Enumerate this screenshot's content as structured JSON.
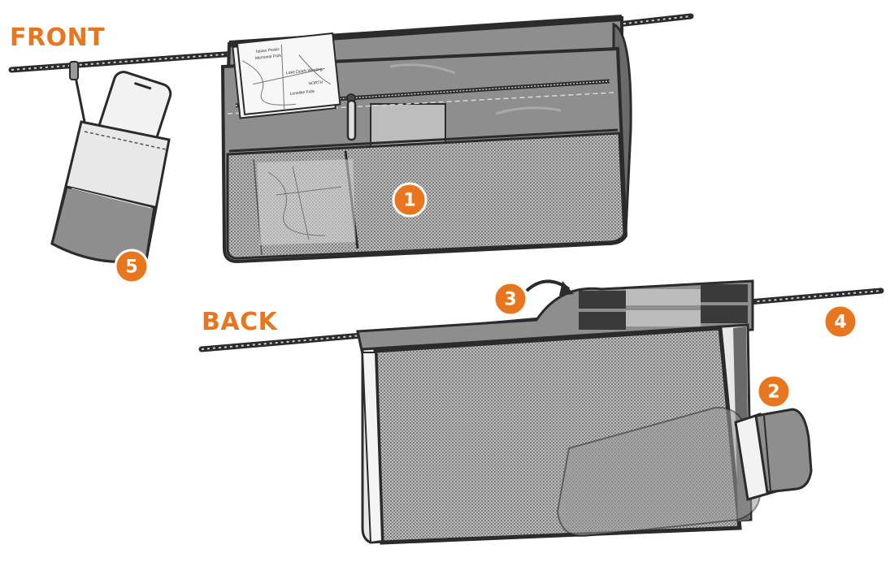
{
  "labels": {
    "front": "FRONT",
    "back": "BACK"
  },
  "badges": [
    {
      "id": "1",
      "text": "1"
    },
    {
      "id": "2",
      "text": "2"
    },
    {
      "id": "3",
      "text": "3"
    },
    {
      "id": "4",
      "text": "4"
    },
    {
      "id": "5",
      "text": "5"
    }
  ],
  "map": {
    "title_line1": "Italian Peaks",
    "title_line2": "Memorial Park",
    "route_label": "Lake Dutch Winding",
    "north_label": "NORTH",
    "falls_label": "Lonelike Falls"
  },
  "colors": {
    "accent": "#e8761e",
    "panel": "#8e8e8e",
    "panel_dark": "#6a6a6a",
    "outline": "#2b2b2b",
    "mesh": "#a9a9a9",
    "light": "#e6e6e6"
  }
}
